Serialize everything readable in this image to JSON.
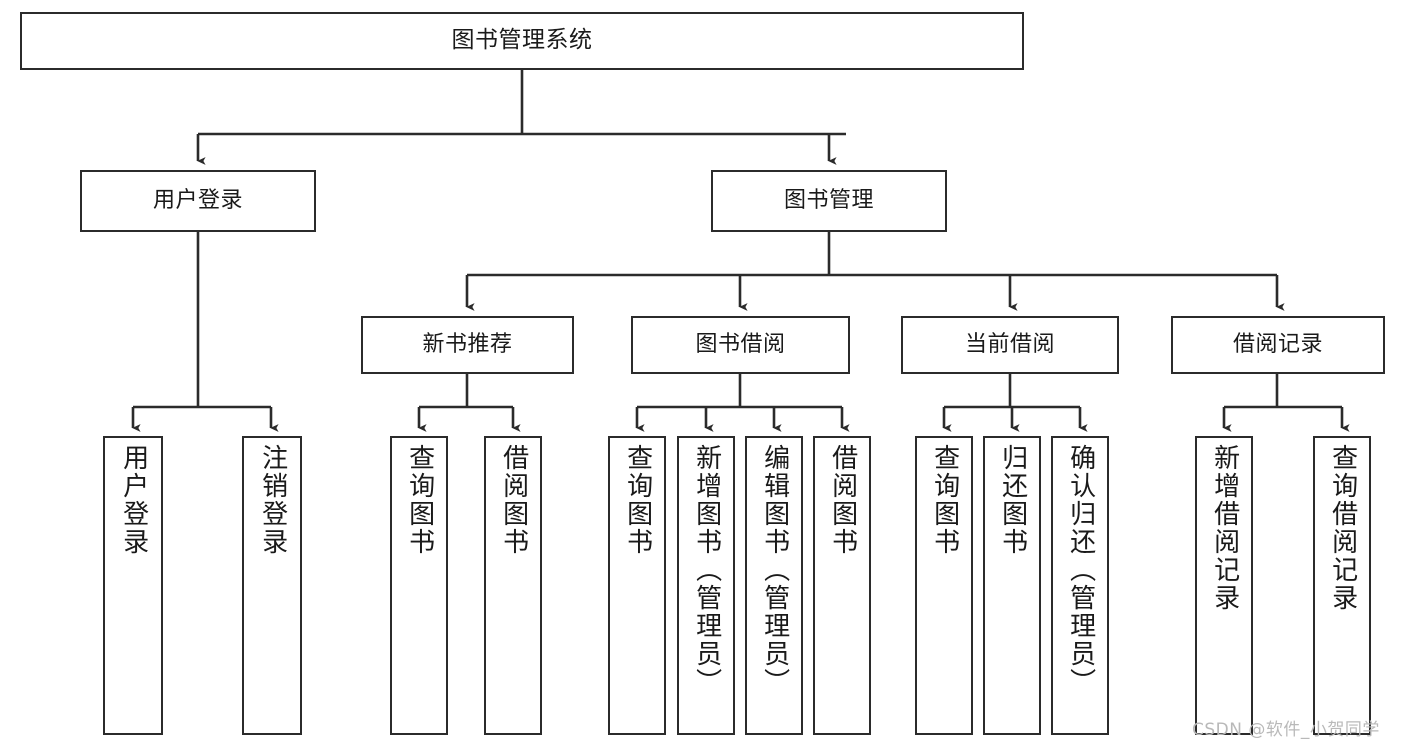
{
  "diagram": {
    "title": "图书管理系统",
    "type": "tree",
    "root": {
      "id": "root",
      "label": "图书管理系统"
    },
    "level1": [
      {
        "id": "user-login",
        "label": "用户登录"
      },
      {
        "id": "book-manage",
        "label": "图书管理"
      }
    ],
    "level2": [
      {
        "id": "new-book-rec",
        "label": "新书推荐",
        "parent": "book-manage"
      },
      {
        "id": "book-borrow",
        "label": "图书借阅",
        "parent": "book-manage"
      },
      {
        "id": "current-borrow",
        "label": "当前借阅",
        "parent": "book-manage"
      },
      {
        "id": "borrow-record",
        "label": "借阅记录",
        "parent": "book-manage"
      }
    ],
    "leaves": [
      {
        "id": "leaf-user-login",
        "label": "用户登录",
        "parent": "user-login"
      },
      {
        "id": "leaf-user-logout",
        "label": "注销登录",
        "parent": "user-login"
      },
      {
        "id": "leaf-query-book-1",
        "label": "查询图书",
        "parent": "new-book-rec"
      },
      {
        "id": "leaf-borrow-book-1",
        "label": "借阅图书",
        "parent": "new-book-rec"
      },
      {
        "id": "leaf-query-book-2",
        "label": "查询图书",
        "parent": "book-borrow"
      },
      {
        "id": "leaf-add-book",
        "label": "新增图书（管理员）",
        "parent": "book-borrow"
      },
      {
        "id": "leaf-edit-book",
        "label": "编辑图书（管理员）",
        "parent": "book-borrow"
      },
      {
        "id": "leaf-borrow-book-2",
        "label": "借阅图书",
        "parent": "book-borrow"
      },
      {
        "id": "leaf-query-book-3",
        "label": "查询图书",
        "parent": "current-borrow"
      },
      {
        "id": "leaf-return-book",
        "label": "归还图书",
        "parent": "current-borrow"
      },
      {
        "id": "leaf-confirm-return",
        "label": "确认归还（管理员）",
        "parent": "current-borrow"
      },
      {
        "id": "leaf-add-record",
        "label": "新增借阅记录",
        "parent": "borrow-record"
      },
      {
        "id": "leaf-query-record",
        "label": "查询借阅记录",
        "parent": "borrow-record"
      }
    ],
    "colors": {
      "stroke": "#2b2b2b",
      "fill": "#ffffff",
      "text": "#1a1a1a",
      "watermark": "#b9b9b9"
    }
  },
  "watermark": {
    "text": "CSDN @软件_小贺同学"
  }
}
